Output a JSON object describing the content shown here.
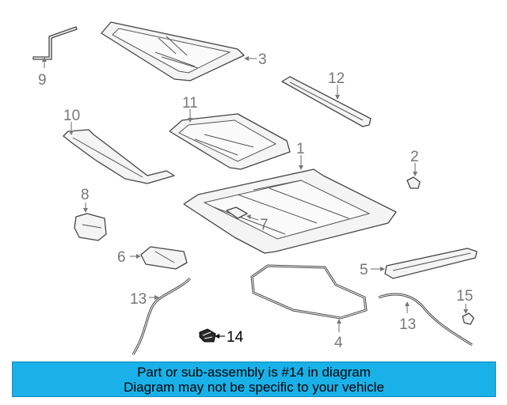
{
  "callouts": {
    "c1": "1",
    "c2": "2",
    "c3": "3",
    "c4": "4",
    "c5": "5",
    "c6": "6",
    "c7": "7",
    "c8": "8",
    "c9": "9",
    "c10": "10",
    "c11": "11",
    "c12": "12",
    "c13a": "13",
    "c13b": "13",
    "c14": "14",
    "c15": "15"
  },
  "highlighted_part": "14",
  "banner": {
    "line1": "Part or sub-assembly is #14 in diagram",
    "line2": "Diagram may not be specific to your vehicle",
    "background": "#1ab0e8"
  }
}
